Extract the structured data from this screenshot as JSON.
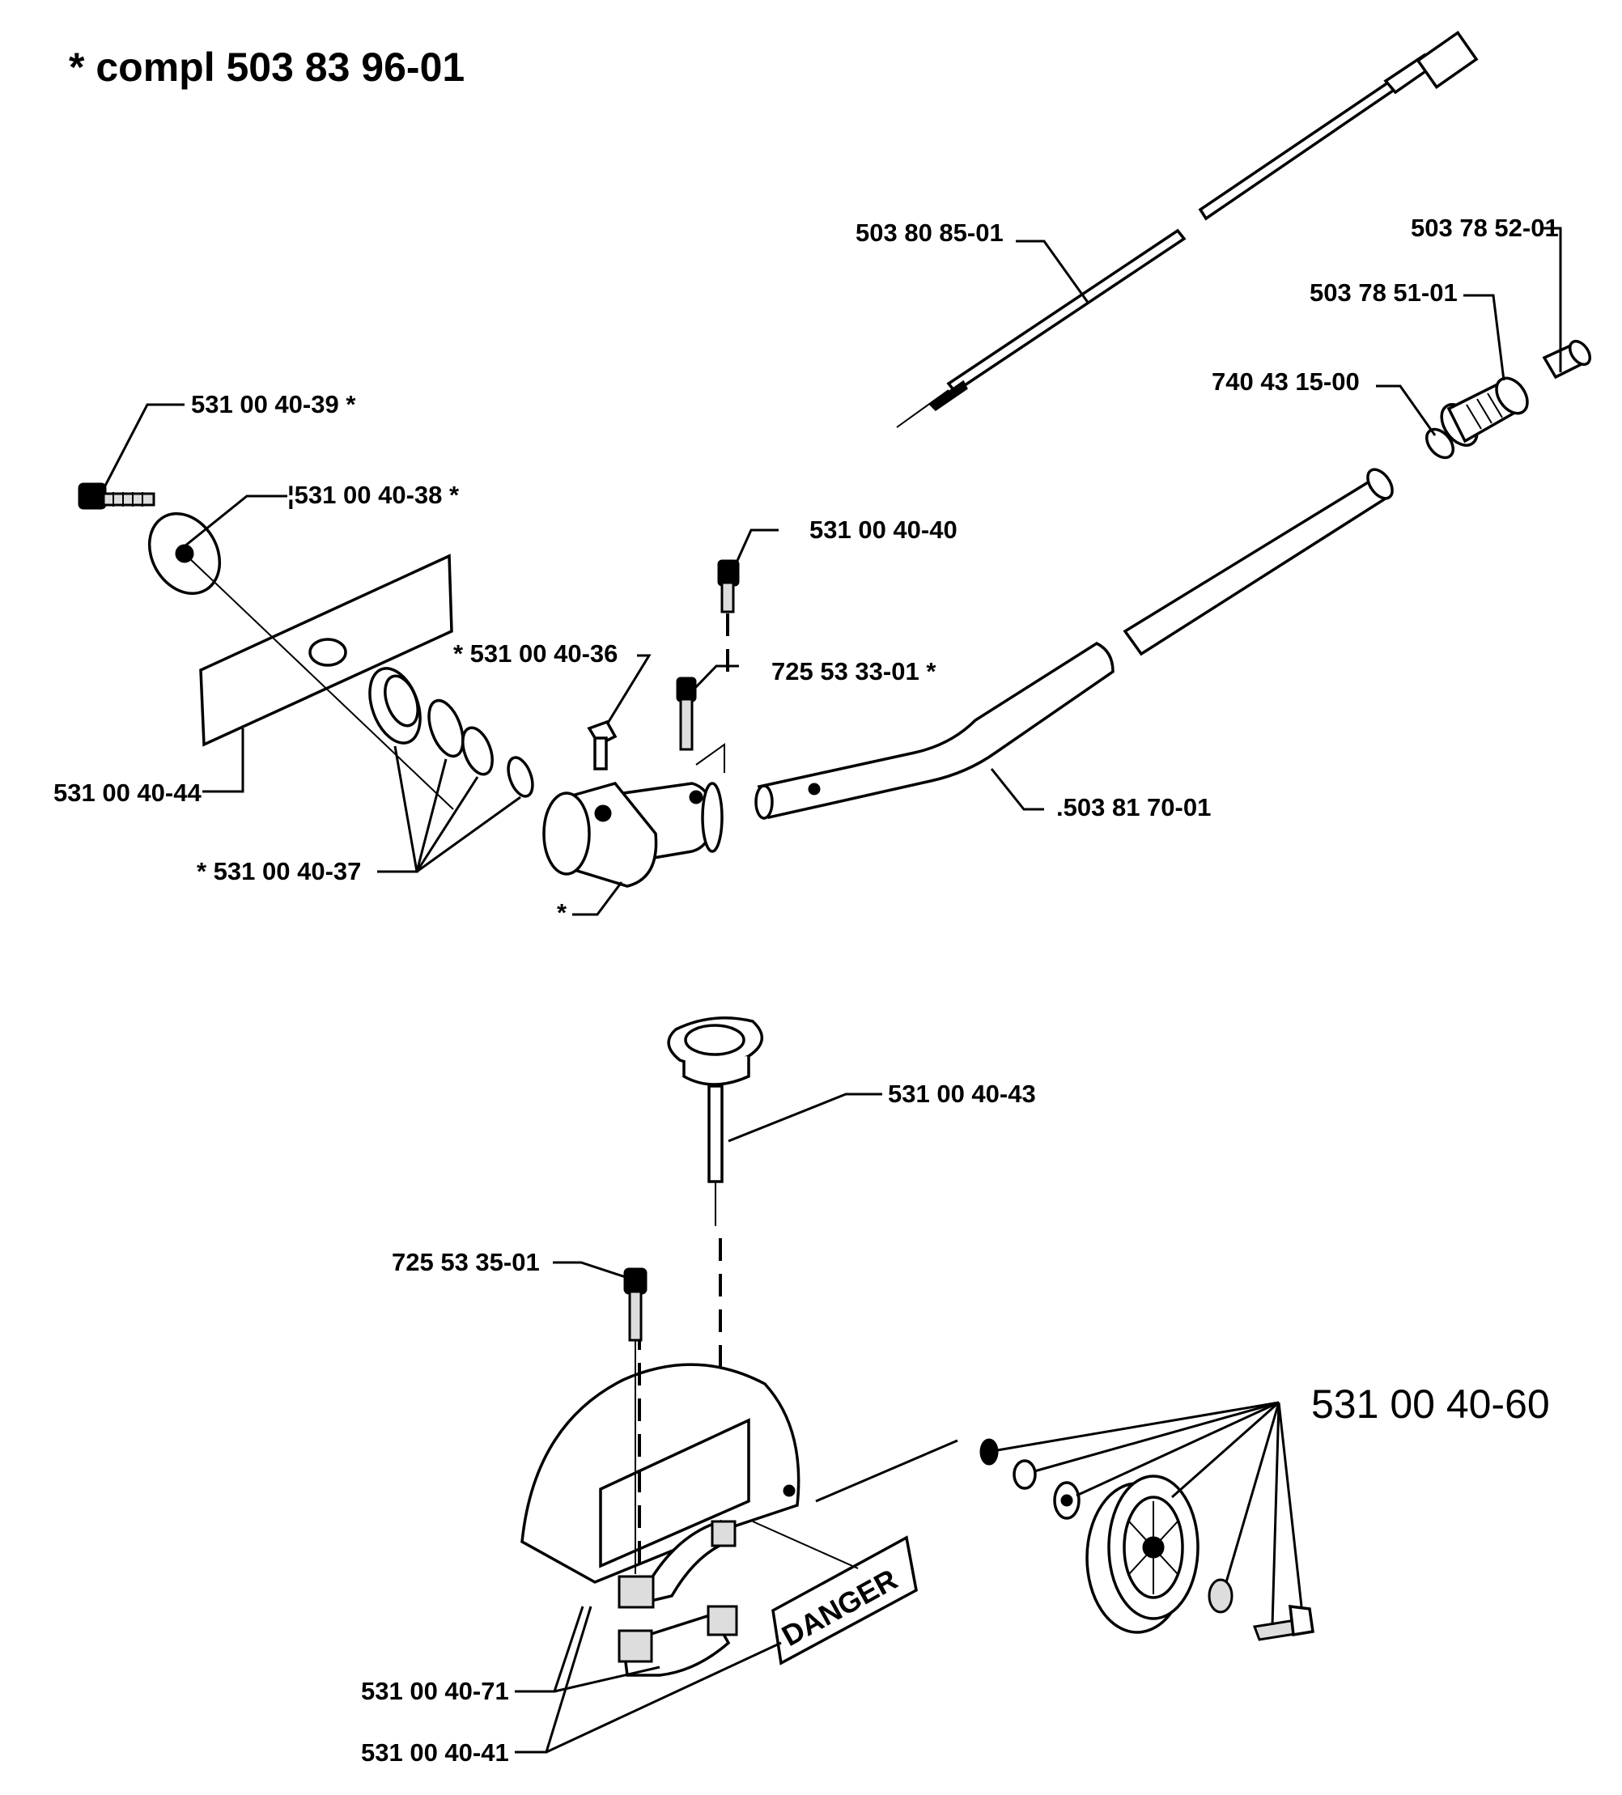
{
  "title": "* compl 503 83 96-01",
  "labels": {
    "p503808501": "503 80 85-01",
    "p503785201": "503 78 52-01",
    "p503785101": "503 78 51-01",
    "p740431500": "740 43 15-00",
    "p531004039": "531 00 40-39  *",
    "p531004038": "¦531 00 40-38  *",
    "p531004040": "531 00 40-40",
    "p531004036": "*  531 00 40-36",
    "p725533301": "725 53 33-01  *",
    "p531004044": "531 00 40-44",
    "p503817001": ".503 81 70-01",
    "p531004037": "*  531 00 40-37",
    "star": "*",
    "p531004043": "531 00 40-43",
    "p725533501": "725 53 35-01",
    "p531004060": "531 00 40-60",
    "p531004071": "531 00 40-71",
    "p531004041": "531 00 40-41"
  },
  "decal_text": "DANGER"
}
